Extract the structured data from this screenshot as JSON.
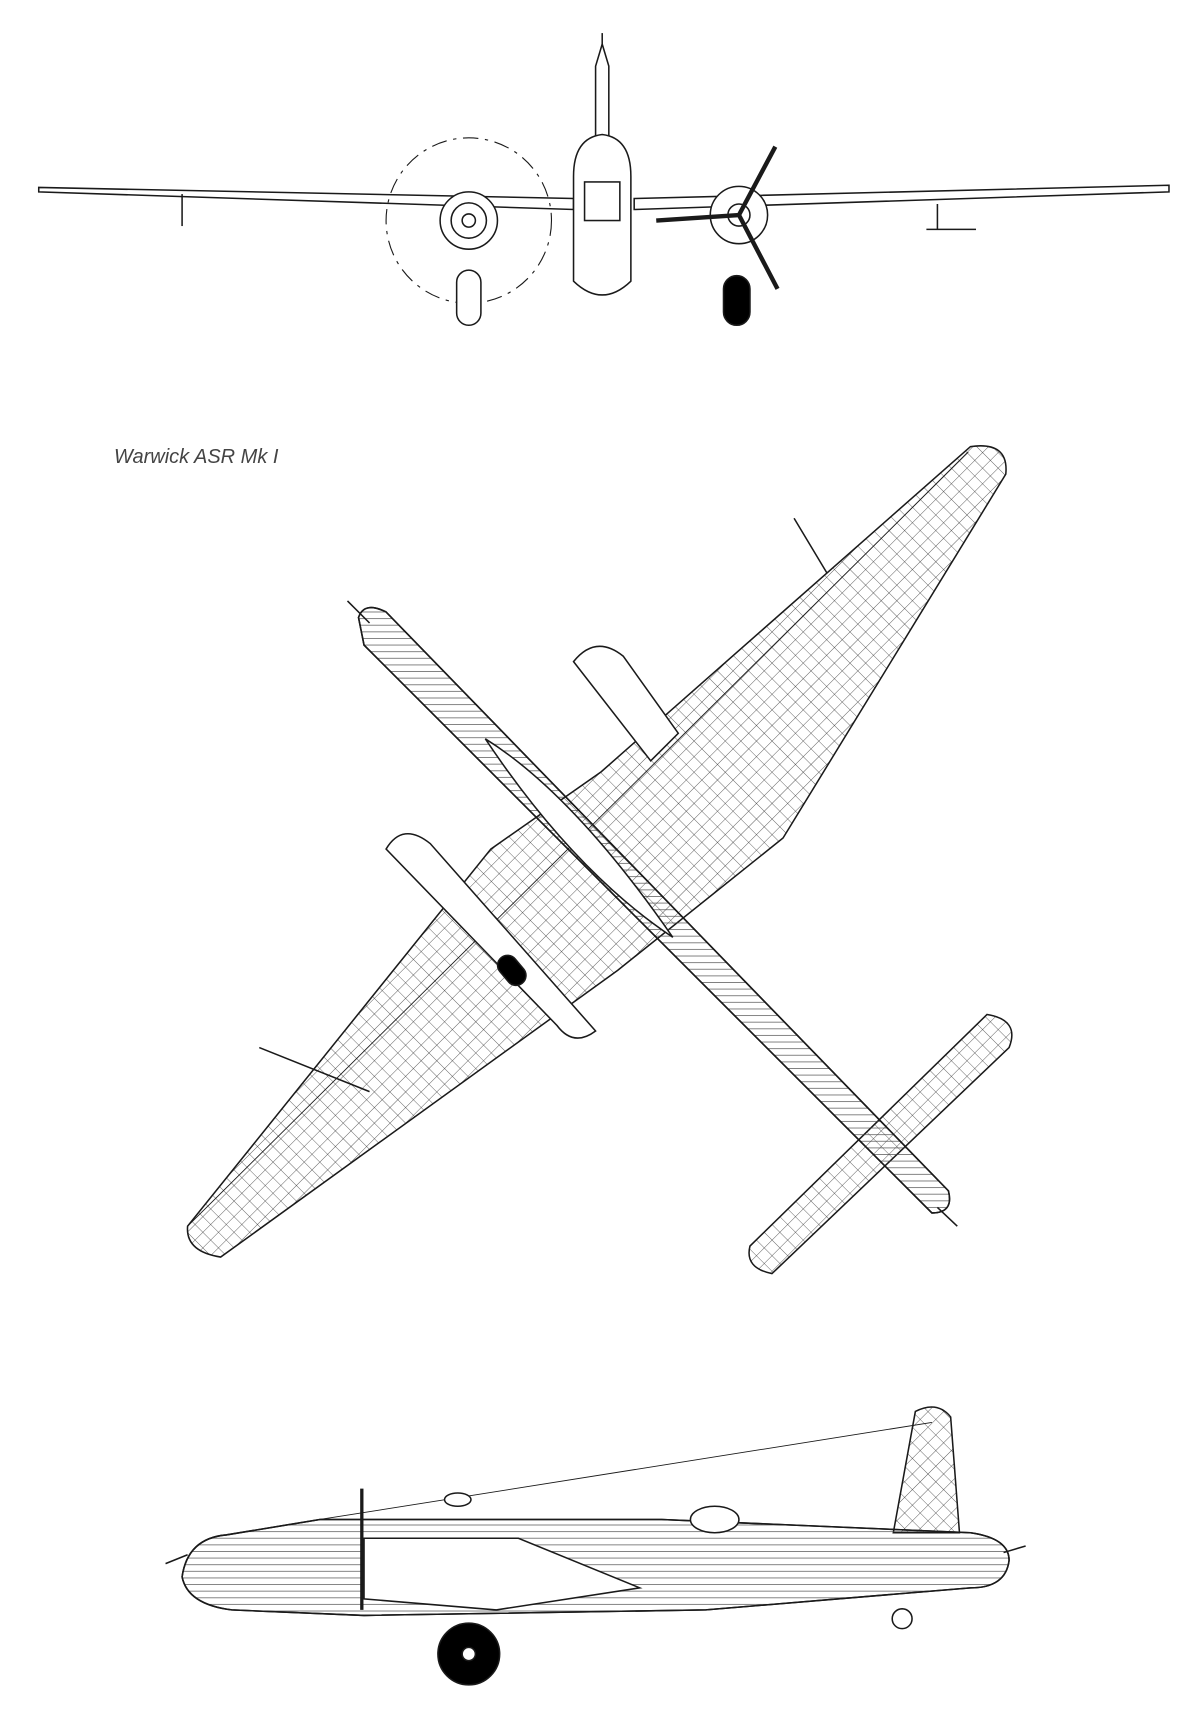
{
  "drawing": {
    "title": "Warwick ASR Mk I",
    "views": [
      "front-view",
      "plan-view",
      "side-view"
    ],
    "line_color": "#1a1a1a",
    "fill_black": "#000000"
  }
}
